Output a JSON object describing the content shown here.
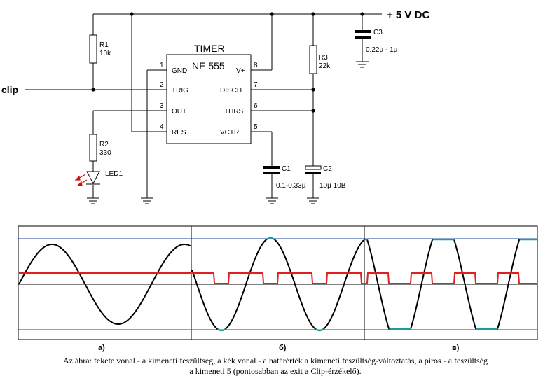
{
  "schematic": {
    "supply_label": "+ 5 V DC",
    "input_label": "clip",
    "chip_title": "TIMER",
    "chip_name": "NE 555",
    "pins": [
      {
        "num": "1",
        "name": "GND"
      },
      {
        "num": "2",
        "name": "TRIG"
      },
      {
        "num": "3",
        "name": "OUT"
      },
      {
        "num": "4",
        "name": "RES"
      },
      {
        "num": "8",
        "name": "V+"
      },
      {
        "num": "7",
        "name": "DISCH"
      },
      {
        "num": "6",
        "name": "THRS"
      },
      {
        "num": "5",
        "name": "VCTRL"
      }
    ],
    "components": {
      "r1": {
        "ref": "R1",
        "value": "10k"
      },
      "r2": {
        "ref": "R2",
        "value": "330"
      },
      "r3": {
        "ref": "R3",
        "value": "22k"
      },
      "c1": {
        "ref": "C1",
        "value": "0.1-0.33µ"
      },
      "c2": {
        "ref": "C2",
        "value": "10µ 10B"
      },
      "c3": {
        "ref": "C3",
        "value": "0.22µ - 1µ"
      },
      "led": {
        "ref": "LED1"
      }
    }
  },
  "waveforms": {
    "panel_labels": [
      "а)",
      "б)",
      "в)"
    ],
    "colors": {
      "output": "#000000",
      "threshold": "#1a3c9c",
      "pin5": "#e02020",
      "plateau": "#1a9c9c"
    }
  },
  "caption": {
    "line1": "Az ábra: fekete vonal - a kimeneti feszültség, a kék vonal - a határérték a kimeneti feszültség-változtatás, a piros - a feszültség",
    "line2": "a kimeneti 5 (pontosabban az exit a Clip-érzékelő)."
  }
}
